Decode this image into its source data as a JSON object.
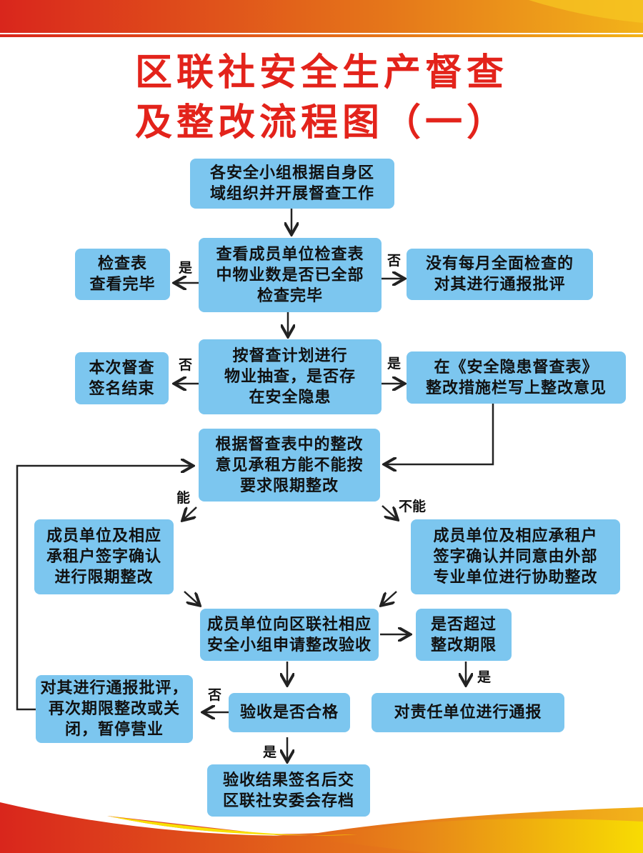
{
  "title": {
    "line1": "区联社安全生产督查",
    "line2": "及整改流程图（一）"
  },
  "nodes": {
    "start": "各安全小组根据自身区\n域组织并开展督查工作",
    "check_table": "查看成员单位检查表\n中物业数是否已全部\n检查完毕",
    "check_done": "检查表\n查看完毕",
    "no_monthly": "没有每月全面检查的\n对其进行通报批评",
    "spot_check": "按督查计划进行\n物业抽查，是否存\n在安全隐患",
    "sign_end": "本次督查\n签名结束",
    "write_opinion": "在《安全隐患督查表》\n整改措施栏写上整改意见",
    "can_rectify": "根据督查表中的整改\n意见承租方能不能按\n要求限期整改",
    "self_rectify": "成员单位及相应\n承租户签字确认\n进行限期整改",
    "assist_rectify": "成员单位及相应承租户\n签字确认并同意由外部\n专业单位进行协助整改",
    "apply_accept": "成员单位向区联社相应\n安全小组申请整改验收",
    "overdue": "是否超过\n整改期限",
    "criticize": "对其进行通报批评，\n再次期限整改或关\n闭，暂停营业",
    "accept_ok": "验收是否合格",
    "notify_unit": "对责任单位进行通报",
    "archive": "验收结果签名后交\n区联社安委会存档"
  },
  "labels": {
    "yes": "是",
    "no": "否",
    "can": "能",
    "cannot": "不能"
  },
  "colors": {
    "box": "#7cc6ef",
    "title": "#e3231b"
  }
}
